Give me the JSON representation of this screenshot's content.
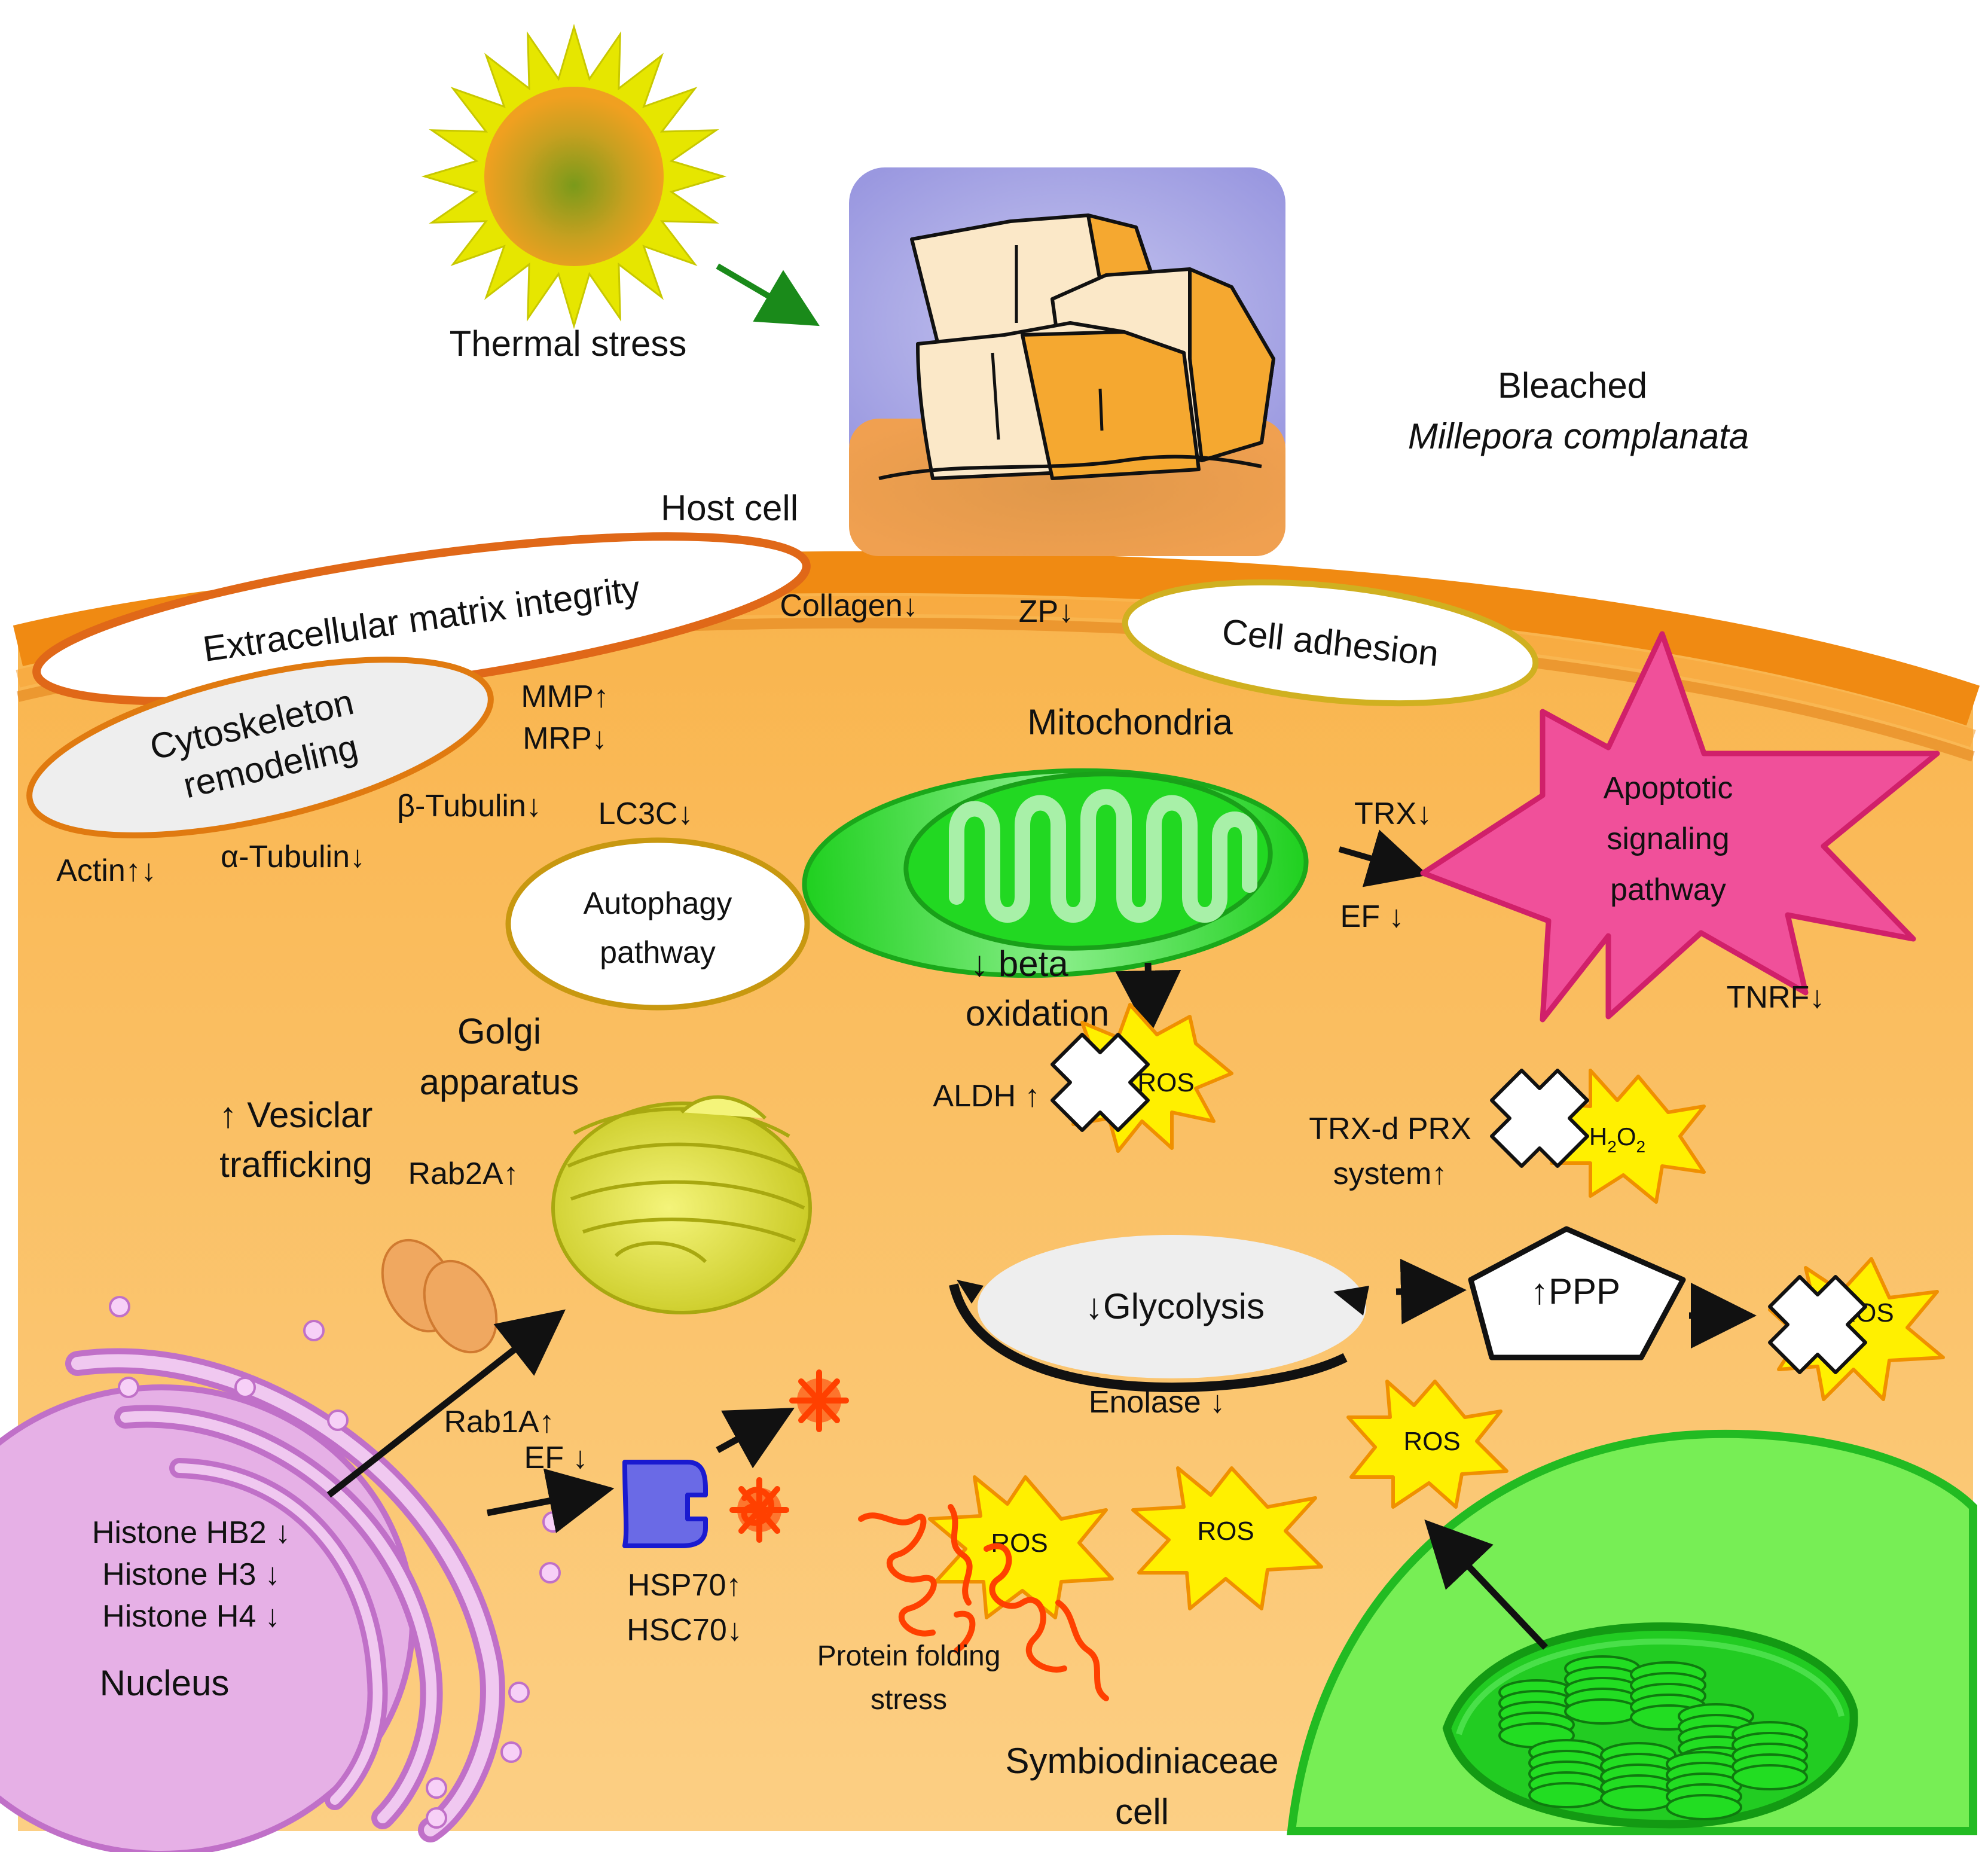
{
  "labels": {
    "thermal_stress": "Thermal stress",
    "bleached_line1": "Bleached",
    "bleached_line2": "Millepora complanata",
    "host_cell": "Host cell",
    "ecm": "Extracellular  matrix integrity",
    "collagen": "Collagen↓",
    "zp": "ZP↓",
    "cell_adhesion": "Cell adhesion",
    "cyto_line1": "Cytoskeleton",
    "cyto_line2": "remodeling",
    "mmp": "MMP↑",
    "mrp": "MRP↓",
    "mitochondria": "Mitochondria",
    "beta_tubulin": "β-Tubulin↓",
    "lc3c": "LC3C↓",
    "actin": "Actin↑↓",
    "alpha_tubulin": "α-Tubulin↓",
    "autophagy_line1": "Autophagy",
    "autophagy_line2": "pathway",
    "trx": "TRX↓",
    "ef_mito": "EF ↓",
    "apoptotic_line1": "Apoptotic",
    "apoptotic_line2": "signaling",
    "apoptotic_line3": "pathway",
    "tnrf": "TNRF↓",
    "beta_ox_line1": "↓ beta",
    "beta_ox_line2": "oxidation",
    "golgi_line1": "Golgi",
    "golgi_line2": "apparatus",
    "aldh": "ALDH ↑",
    "ros": "ROS",
    "trx_prx_line1": "TRX-d PRX",
    "trx_prx_line2": "system↑",
    "h2o2_main": "H",
    "h2o2_sub1": "2",
    "h2o2_mid": "O",
    "h2o2_sub2": "2",
    "vesicular_line1": "↑ Vesiclar",
    "vesicular_line2": "trafficking",
    "rab2a": "Rab2A↑",
    "glycolysis": "↓Glycolysis",
    "ppp": "↑PPP",
    "enolase": "Enolase ↓",
    "rab1a": "Rab1A↑",
    "ef_er": "EF ↓",
    "histone_hb2": "Histone HB2 ↓",
    "histone_h3": "Histone H3 ↓",
    "histone_h4": "Histone H4 ↓",
    "nucleus": "Nucleus",
    "hsp70": "HSP70↑",
    "hsc70": "HSC70↓",
    "protein_folding_line1": "Protein folding",
    "protein_folding_line2": "stress",
    "symbio_line1": "Symbiodiniaceae",
    "symbio_line2": "cell"
  },
  "colors": {
    "cytoplasm": "#fbbd5c",
    "membrane": "#f08a12",
    "mitochondria": "#22cc22",
    "apoptotic_burst": "#f0509a",
    "ros_burst": "#fff000",
    "nucleus": "#e6b0e6",
    "golgi": "#e6e63a",
    "chloroplast": "#22dd22",
    "hsp70": "#6a6ae6",
    "misfolded_protein": "#ff4000"
  }
}
